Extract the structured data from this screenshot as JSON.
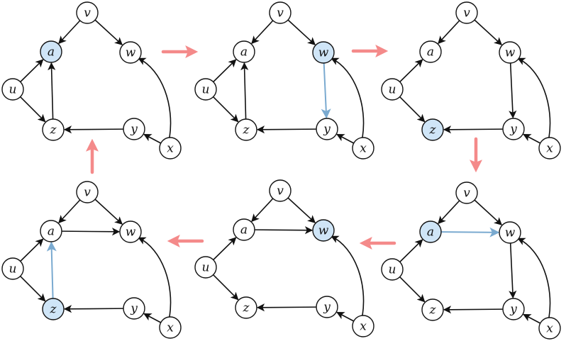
{
  "colors": {
    "node_fill": "#ffffff",
    "highlight_fill": "#cfe5f7",
    "node_stroke": "#111111",
    "edge": "#111111",
    "highlight_edge": "#7aaad0",
    "step_arrow": "#f48a8a"
  },
  "node_labels": {
    "v": "v",
    "a": "a",
    "w": "w",
    "u": "u",
    "z": "z",
    "y": "y",
    "x": "x"
  },
  "panels": [
    {
      "id": "panel-1",
      "highlight_nodes": [
        "a"
      ],
      "edges": [
        {
          "from": "v",
          "to": "a"
        },
        {
          "from": "v",
          "to": "w"
        },
        {
          "from": "u",
          "to": "a"
        },
        {
          "from": "u",
          "to": "z"
        },
        {
          "from": "z",
          "to": "a"
        },
        {
          "from": "y",
          "to": "z"
        },
        {
          "from": "x",
          "to": "y"
        },
        {
          "from": "x",
          "to": "w"
        }
      ]
    },
    {
      "id": "panel-2",
      "highlight_nodes": [
        "w"
      ],
      "edges": [
        {
          "from": "v",
          "to": "a"
        },
        {
          "from": "v",
          "to": "w"
        },
        {
          "from": "u",
          "to": "a"
        },
        {
          "from": "u",
          "to": "z"
        },
        {
          "from": "z",
          "to": "a"
        },
        {
          "from": "y",
          "to": "z"
        },
        {
          "from": "x",
          "to": "y"
        },
        {
          "from": "x",
          "to": "w"
        },
        {
          "from": "w",
          "to": "y",
          "highlight": true
        }
      ]
    },
    {
      "id": "panel-3",
      "highlight_nodes": [
        "z"
      ],
      "edges": [
        {
          "from": "v",
          "to": "a"
        },
        {
          "from": "v",
          "to": "w"
        },
        {
          "from": "u",
          "to": "a"
        },
        {
          "from": "u",
          "to": "z"
        },
        {
          "from": "y",
          "to": "z"
        },
        {
          "from": "x",
          "to": "y"
        },
        {
          "from": "x",
          "to": "w"
        },
        {
          "from": "w",
          "to": "y"
        }
      ]
    },
    {
      "id": "panel-4",
      "highlight_nodes": [
        "a"
      ],
      "edges": [
        {
          "from": "v",
          "to": "a"
        },
        {
          "from": "v",
          "to": "w"
        },
        {
          "from": "u",
          "to": "a"
        },
        {
          "from": "u",
          "to": "z"
        },
        {
          "from": "y",
          "to": "z"
        },
        {
          "from": "x",
          "to": "y"
        },
        {
          "from": "x",
          "to": "w"
        },
        {
          "from": "w",
          "to": "y"
        },
        {
          "from": "a",
          "to": "w",
          "highlight": true
        }
      ]
    },
    {
      "id": "panel-5",
      "highlight_nodes": [
        "w"
      ],
      "edges": [
        {
          "from": "v",
          "to": "a"
        },
        {
          "from": "v",
          "to": "w"
        },
        {
          "from": "u",
          "to": "a"
        },
        {
          "from": "u",
          "to": "z"
        },
        {
          "from": "y",
          "to": "z"
        },
        {
          "from": "x",
          "to": "y"
        },
        {
          "from": "x",
          "to": "w"
        },
        {
          "from": "a",
          "to": "w"
        }
      ]
    },
    {
      "id": "panel-6",
      "highlight_nodes": [
        "z"
      ],
      "edges": [
        {
          "from": "v",
          "to": "a"
        },
        {
          "from": "v",
          "to": "w"
        },
        {
          "from": "u",
          "to": "a"
        },
        {
          "from": "u",
          "to": "z"
        },
        {
          "from": "y",
          "to": "z"
        },
        {
          "from": "x",
          "to": "y"
        },
        {
          "from": "x",
          "to": "w"
        },
        {
          "from": "a",
          "to": "w"
        },
        {
          "from": "z",
          "to": "a",
          "highlight": true
        }
      ]
    }
  ],
  "step_arrows": [
    {
      "from": "panel-1",
      "to": "panel-2"
    },
    {
      "from": "panel-2",
      "to": "panel-3"
    },
    {
      "from": "panel-3",
      "to": "panel-4"
    },
    {
      "from": "panel-4",
      "to": "panel-5"
    },
    {
      "from": "panel-5",
      "to": "panel-6"
    },
    {
      "from": "panel-6",
      "to": "panel-1"
    }
  ]
}
